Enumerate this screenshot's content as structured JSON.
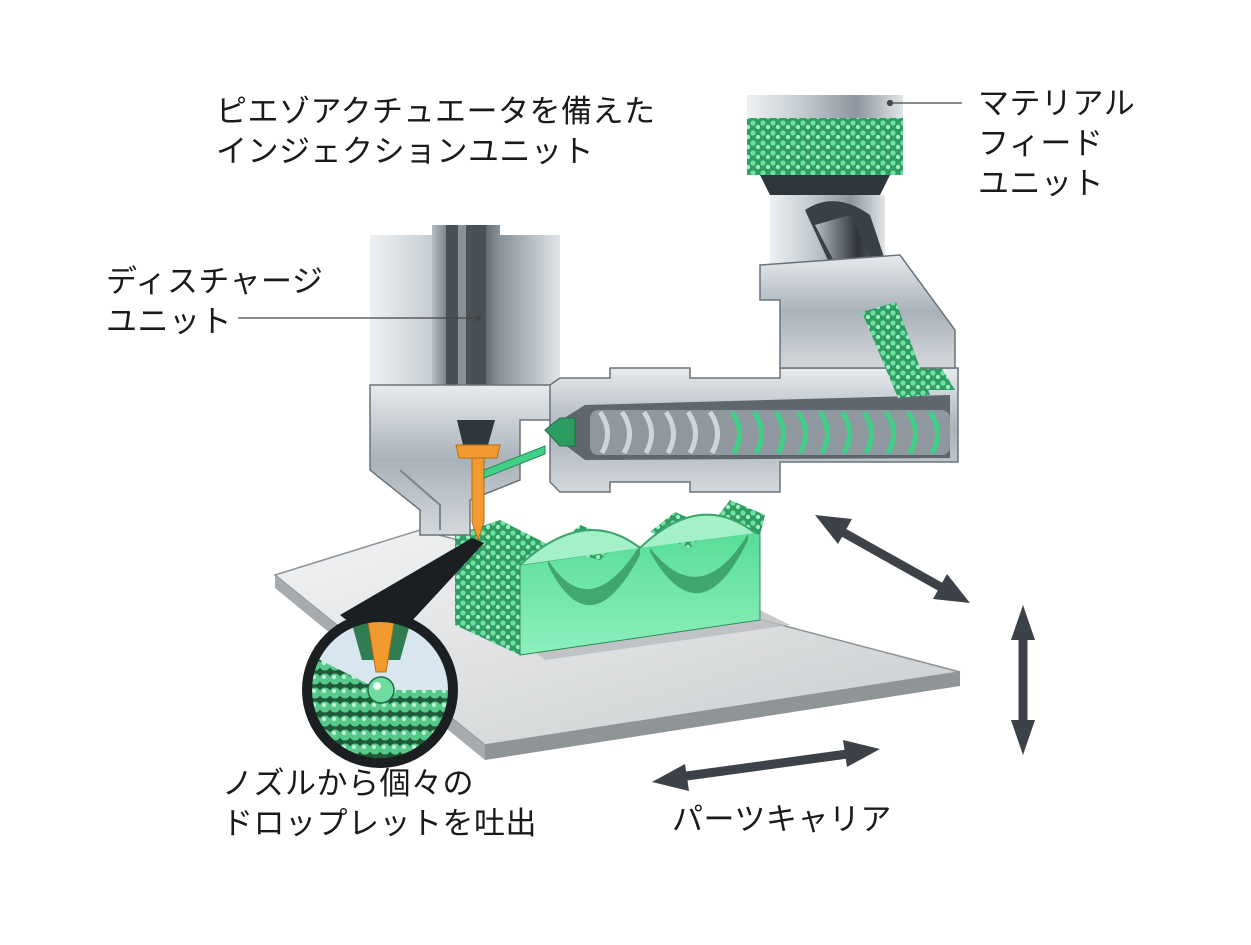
{
  "labels": {
    "injection_unit": [
      "ピエゾアクチュエータを備えた",
      "インジェクションユニット"
    ],
    "discharge_unit": [
      "ディスチャージ",
      "ユニット"
    ],
    "material_feed_unit": [
      "マテリアル",
      "フィード",
      "ユニット"
    ],
    "nozzle_droplets": [
      "ノズルから個々の",
      "ドロップレットを吐出"
    ],
    "part_carrier": "パーツキャリア"
  },
  "colors": {
    "material_green": "#3fcf86",
    "nozzle_orange": "#f29a30",
    "metal_gray": "#9aa3ab",
    "arrow_gray": "#3c4247",
    "platform_gray": "#d9dbdd"
  },
  "icons": {
    "motion_arrows": "double-headed-arrow"
  }
}
